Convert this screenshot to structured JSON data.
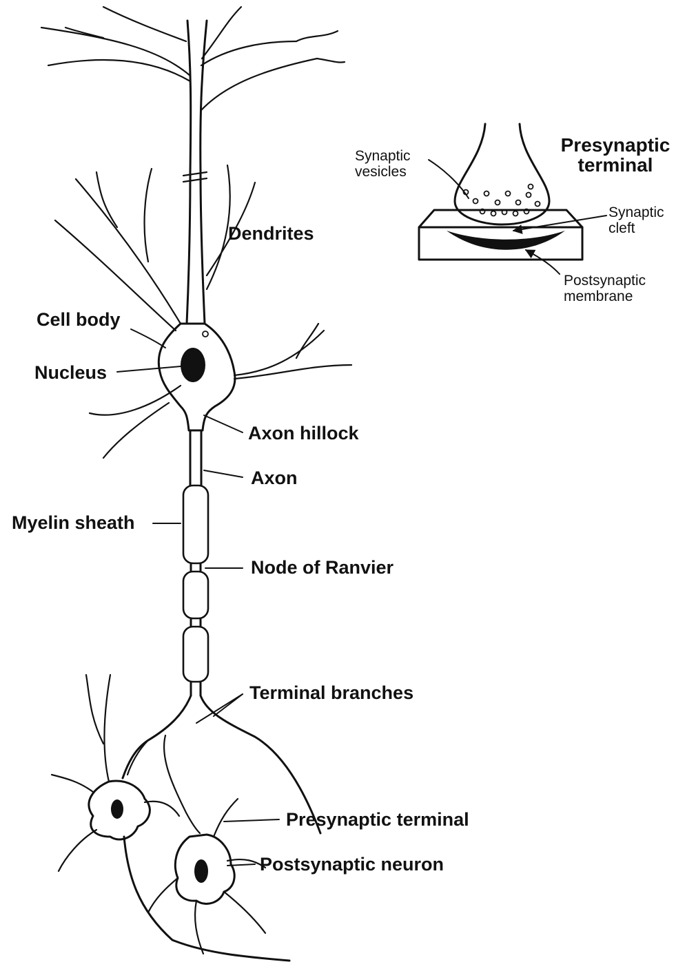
{
  "labels": {
    "dendrites": "Dendrites",
    "cell_body": "Cell body",
    "nucleus": "Nucleus",
    "axon_hillock": "Axon hillock",
    "axon": "Axon",
    "myelin_sheath": "Myelin sheath",
    "node_of_ranvier": "Node of Ranvier",
    "terminal_branches": "Terminal branches",
    "presynaptic_terminal": "Presynaptic terminal",
    "postsynaptic_neuron": "Postsynaptic neuron"
  },
  "inset": {
    "title_line1": "Presynaptic",
    "title_line2": "terminal",
    "synaptic_vesicles_line1": "Synaptic",
    "synaptic_vesicles_line2": "vesicles",
    "synaptic_cleft_line1": "Synaptic",
    "synaptic_cleft_line2": "cleft",
    "postsynaptic_membrane_line1": "Postsynaptic",
    "postsynaptic_membrane_line2": "membrane"
  }
}
